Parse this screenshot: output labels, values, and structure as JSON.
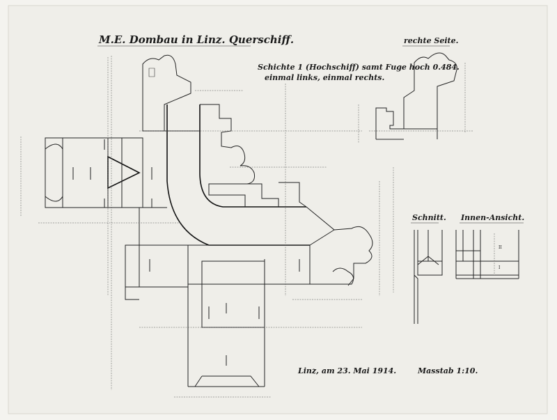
{
  "title": "M.E. Dombau in Linz. Querschiff.",
  "header_right": "rechte Seite.",
  "layer_note_line1": "Schichte 1 (Hochschiff) samt Fuge hoch 0.484.",
  "layer_note_line2": "einmal links, einmal rechts.",
  "section_label": "Schnitt.",
  "interior_label": "Innen-Ansicht.",
  "roman_two": "II",
  "roman_one": "I",
  "date_note": "Linz, am 23. Mai 1914.",
  "scale_note": "Masstab 1:10."
}
